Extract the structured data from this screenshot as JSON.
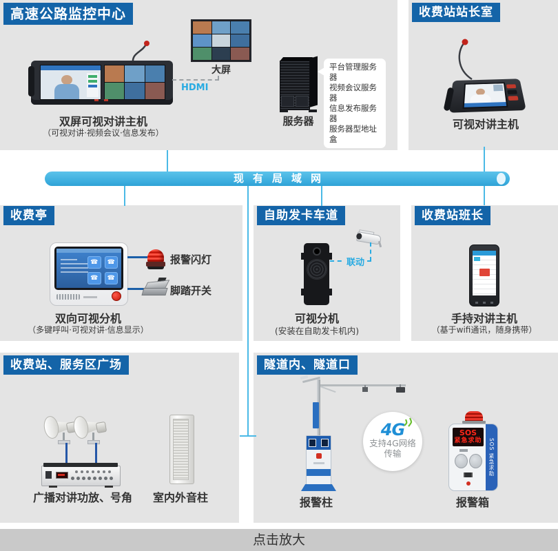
{
  "icons": {
    "phone": "☎"
  },
  "lan": {
    "label": "现有局域网"
  },
  "links": {
    "hdmi": "HDMI",
    "linkage": "联动"
  },
  "footer": {
    "label": "点击放大"
  },
  "colors": {
    "badge_blue": "#1464a8",
    "lan_bar_blue": "#3badde",
    "connector_cyan": "#4ab9e6",
    "accent_cyan": "#29abe2",
    "accessory_line_blue": "#1b5fa8",
    "panel_gray": "#e4e4e4",
    "footer_gray": "#c9c9c9",
    "alarm_red": "#d23022",
    "g4_blue": "#1f8fd6",
    "g4_green": "#6abf2e"
  },
  "sections": {
    "monitor_center": {
      "badge": "高速公路监控中心",
      "device_name": "双屏可视对讲主机",
      "device_subtitle": "（可视对讲·视频会议·信息发布）",
      "big_screen": "大屏",
      "server": "服务器",
      "server_callout": [
        "平台管理服务器",
        "视频会议服务器",
        "信息发布服务器",
        "服务器型地址盒"
      ]
    },
    "station_master": {
      "badge": "收费站站长室",
      "device_name": "可视对讲主机"
    },
    "toll_booth": {
      "badge": "收费亭",
      "device_name": "双向可视分机",
      "device_subtitle": "（多键呼叫·可视对讲·信息显示）",
      "alarm_light": "报警闪灯",
      "foot_switch": "脚踏开关"
    },
    "card_lane": {
      "badge": "自助发卡车道",
      "device_name": "可视分机",
      "device_subtitle": "(安装在自助发卡机内)"
    },
    "station_monitor": {
      "badge": "收费站班长",
      "device_name": "手持对讲主机",
      "device_subtitle": "（基于wifi通讯，随身携带）"
    },
    "plaza": {
      "badge": "收费站、服务区广场",
      "amp_label": "广播对讲功放、号角",
      "column_label": "室内外音柱"
    },
    "tunnel": {
      "badge": "隧道内、隧道口",
      "pole_label": "报警柱",
      "box_label": "报警箱",
      "g4": {
        "title": "4G",
        "line1": "支持4G网络",
        "line2": "传输"
      },
      "sos": {
        "led1": "SOS",
        "led2": "紧急求助",
        "side": "SOS 紧急求助"
      }
    }
  }
}
